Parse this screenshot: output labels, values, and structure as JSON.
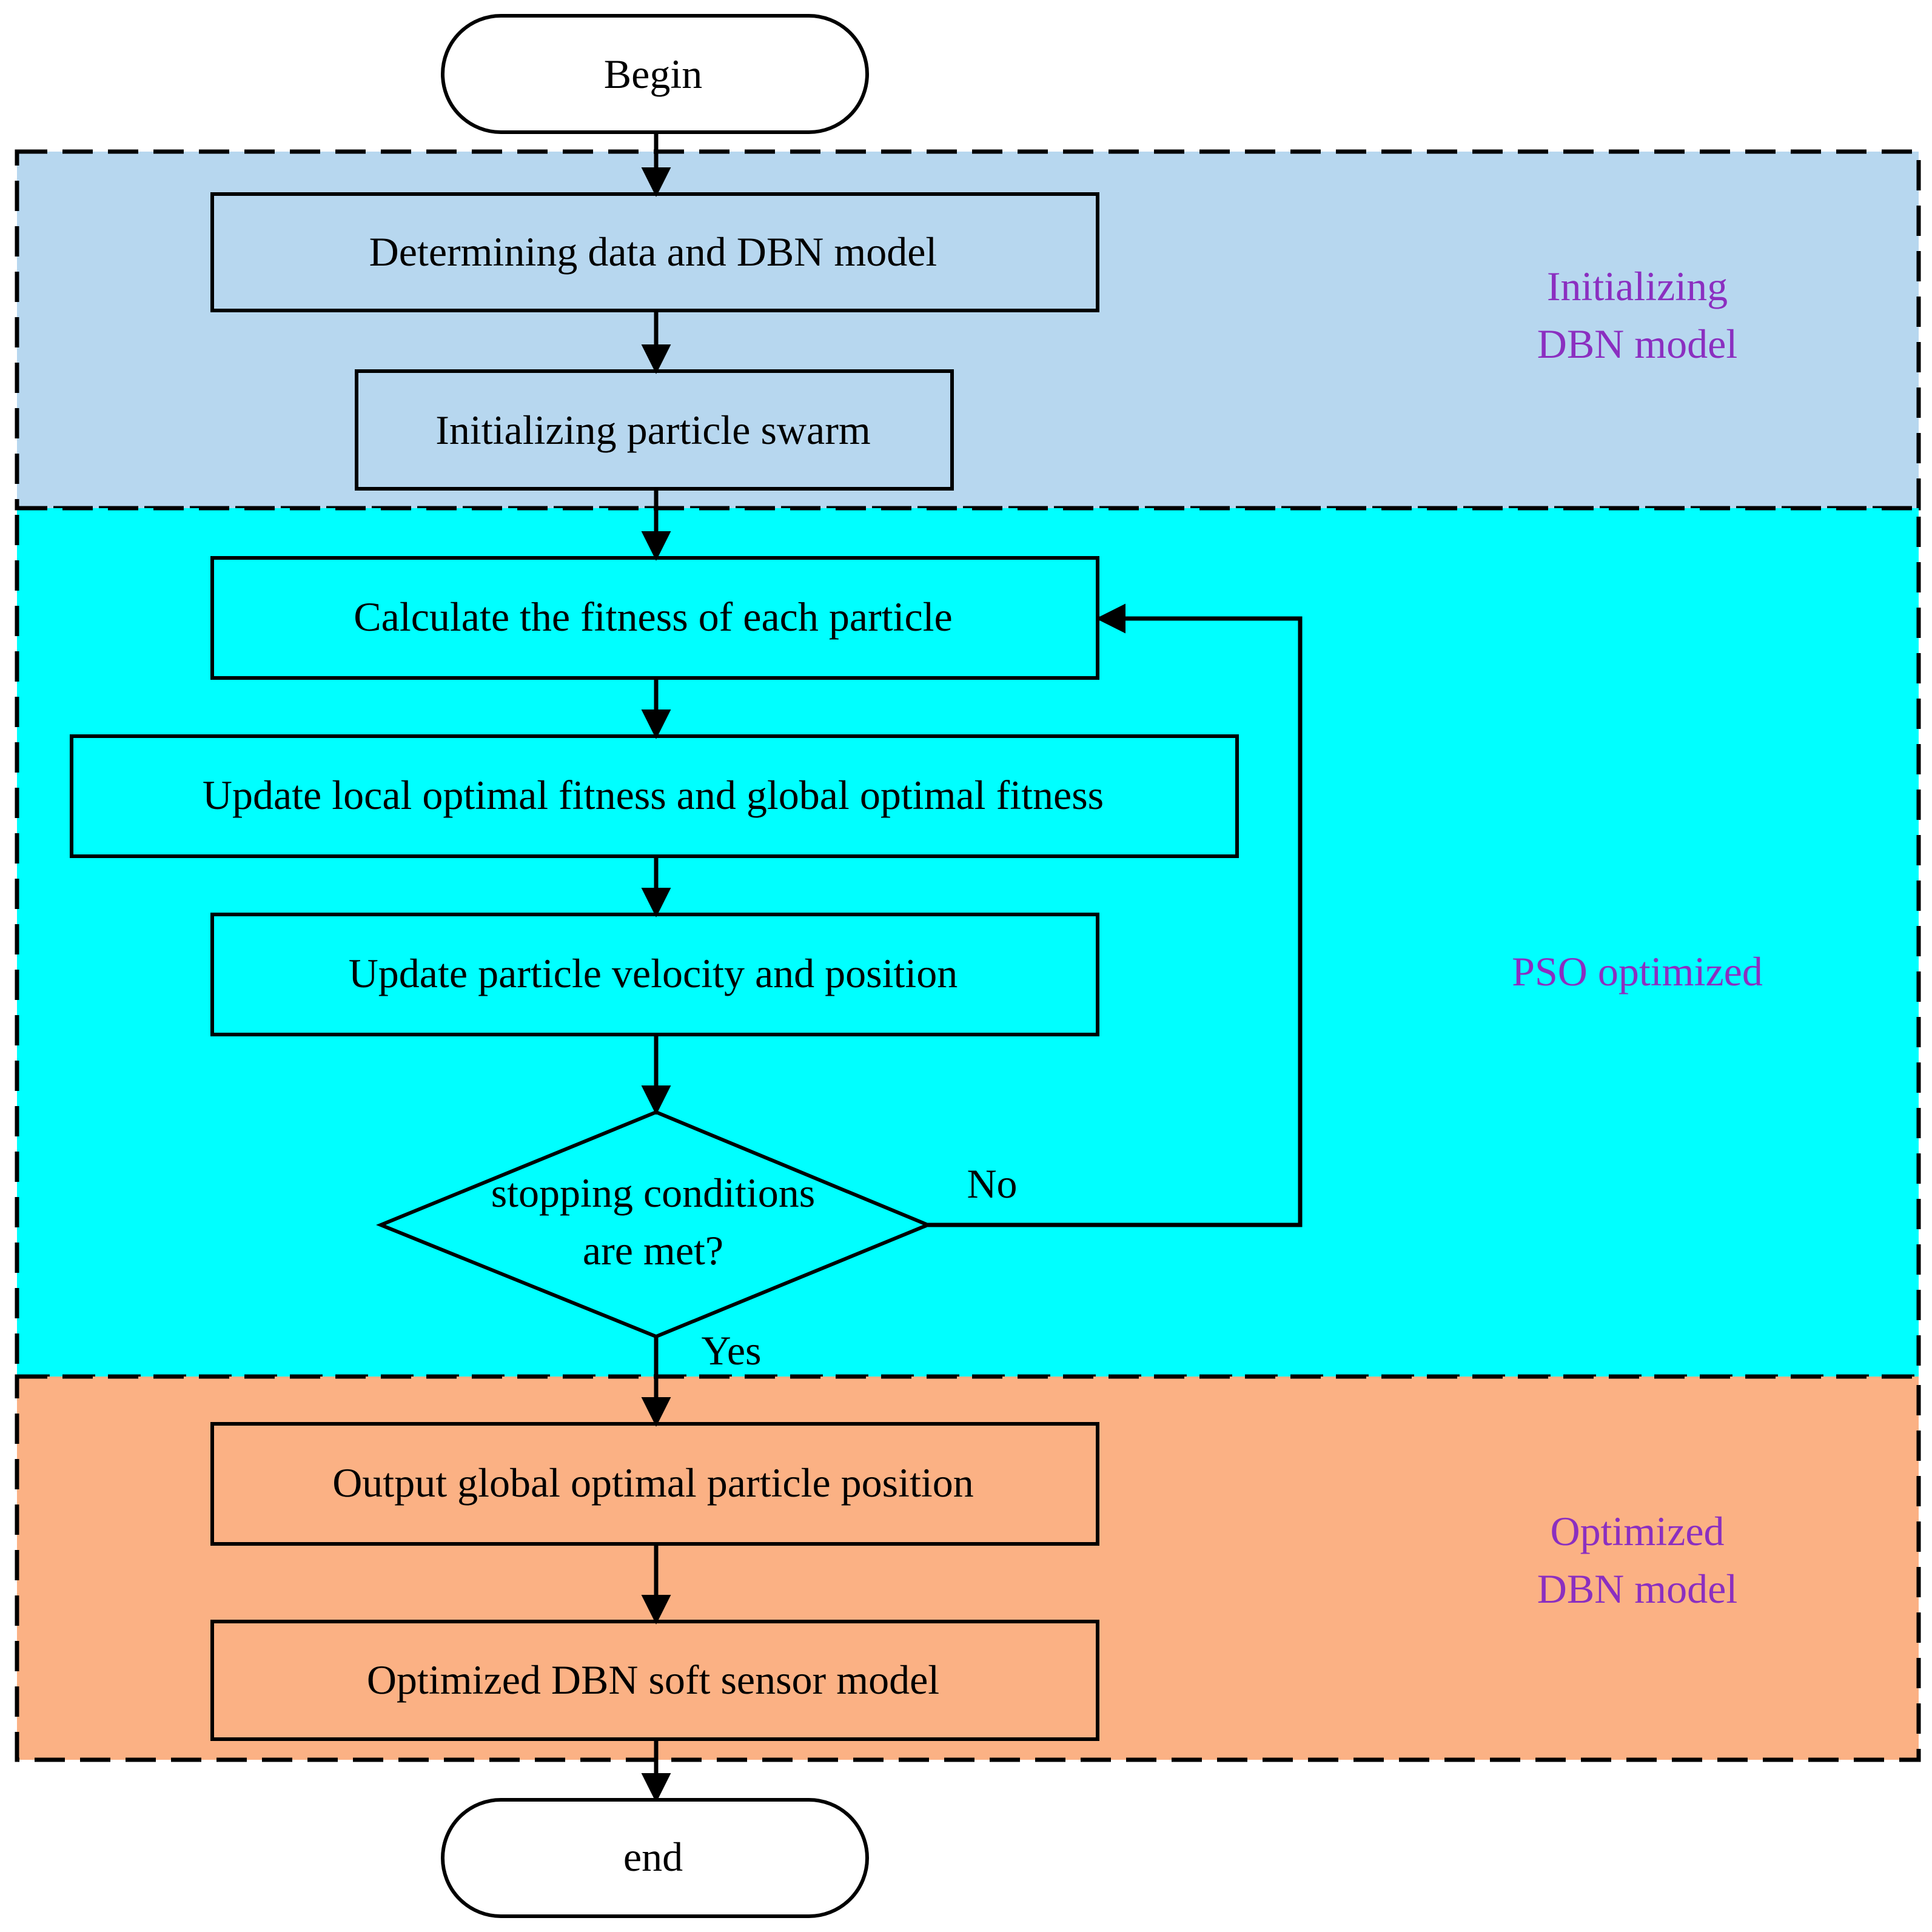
{
  "colors": {
    "init_band": "#b7d7ef",
    "pso_band": "#00ffff",
    "output_band": "#fbb184",
    "section_label": "#8b2fc0",
    "stroke": "#000000",
    "terminal_fill": "#ffffff"
  },
  "start": {
    "label": "Begin"
  },
  "end": {
    "label": "end"
  },
  "sections": {
    "init": {
      "label_line1": "Initializing",
      "label_line2": "DBN model"
    },
    "pso": {
      "label": "PSO optimized"
    },
    "optimized": {
      "label_line1": "Optimized",
      "label_line2": "DBN model"
    }
  },
  "steps": {
    "determine": "Determining data and DBN model",
    "init_swarm": "Initializing particle swarm",
    "fitness": "Calculate the fitness of each particle",
    "update_fitness": "Update local optimal fitness and global optimal fitness",
    "update_velocity": "Update particle velocity and position",
    "output": "Output global optimal particle position",
    "soft_sensor": "Optimized DBN soft sensor model"
  },
  "decision": {
    "line1": "stopping conditions",
    "line2": "are met?"
  },
  "edges": {
    "no": "No",
    "yes": "Yes"
  }
}
